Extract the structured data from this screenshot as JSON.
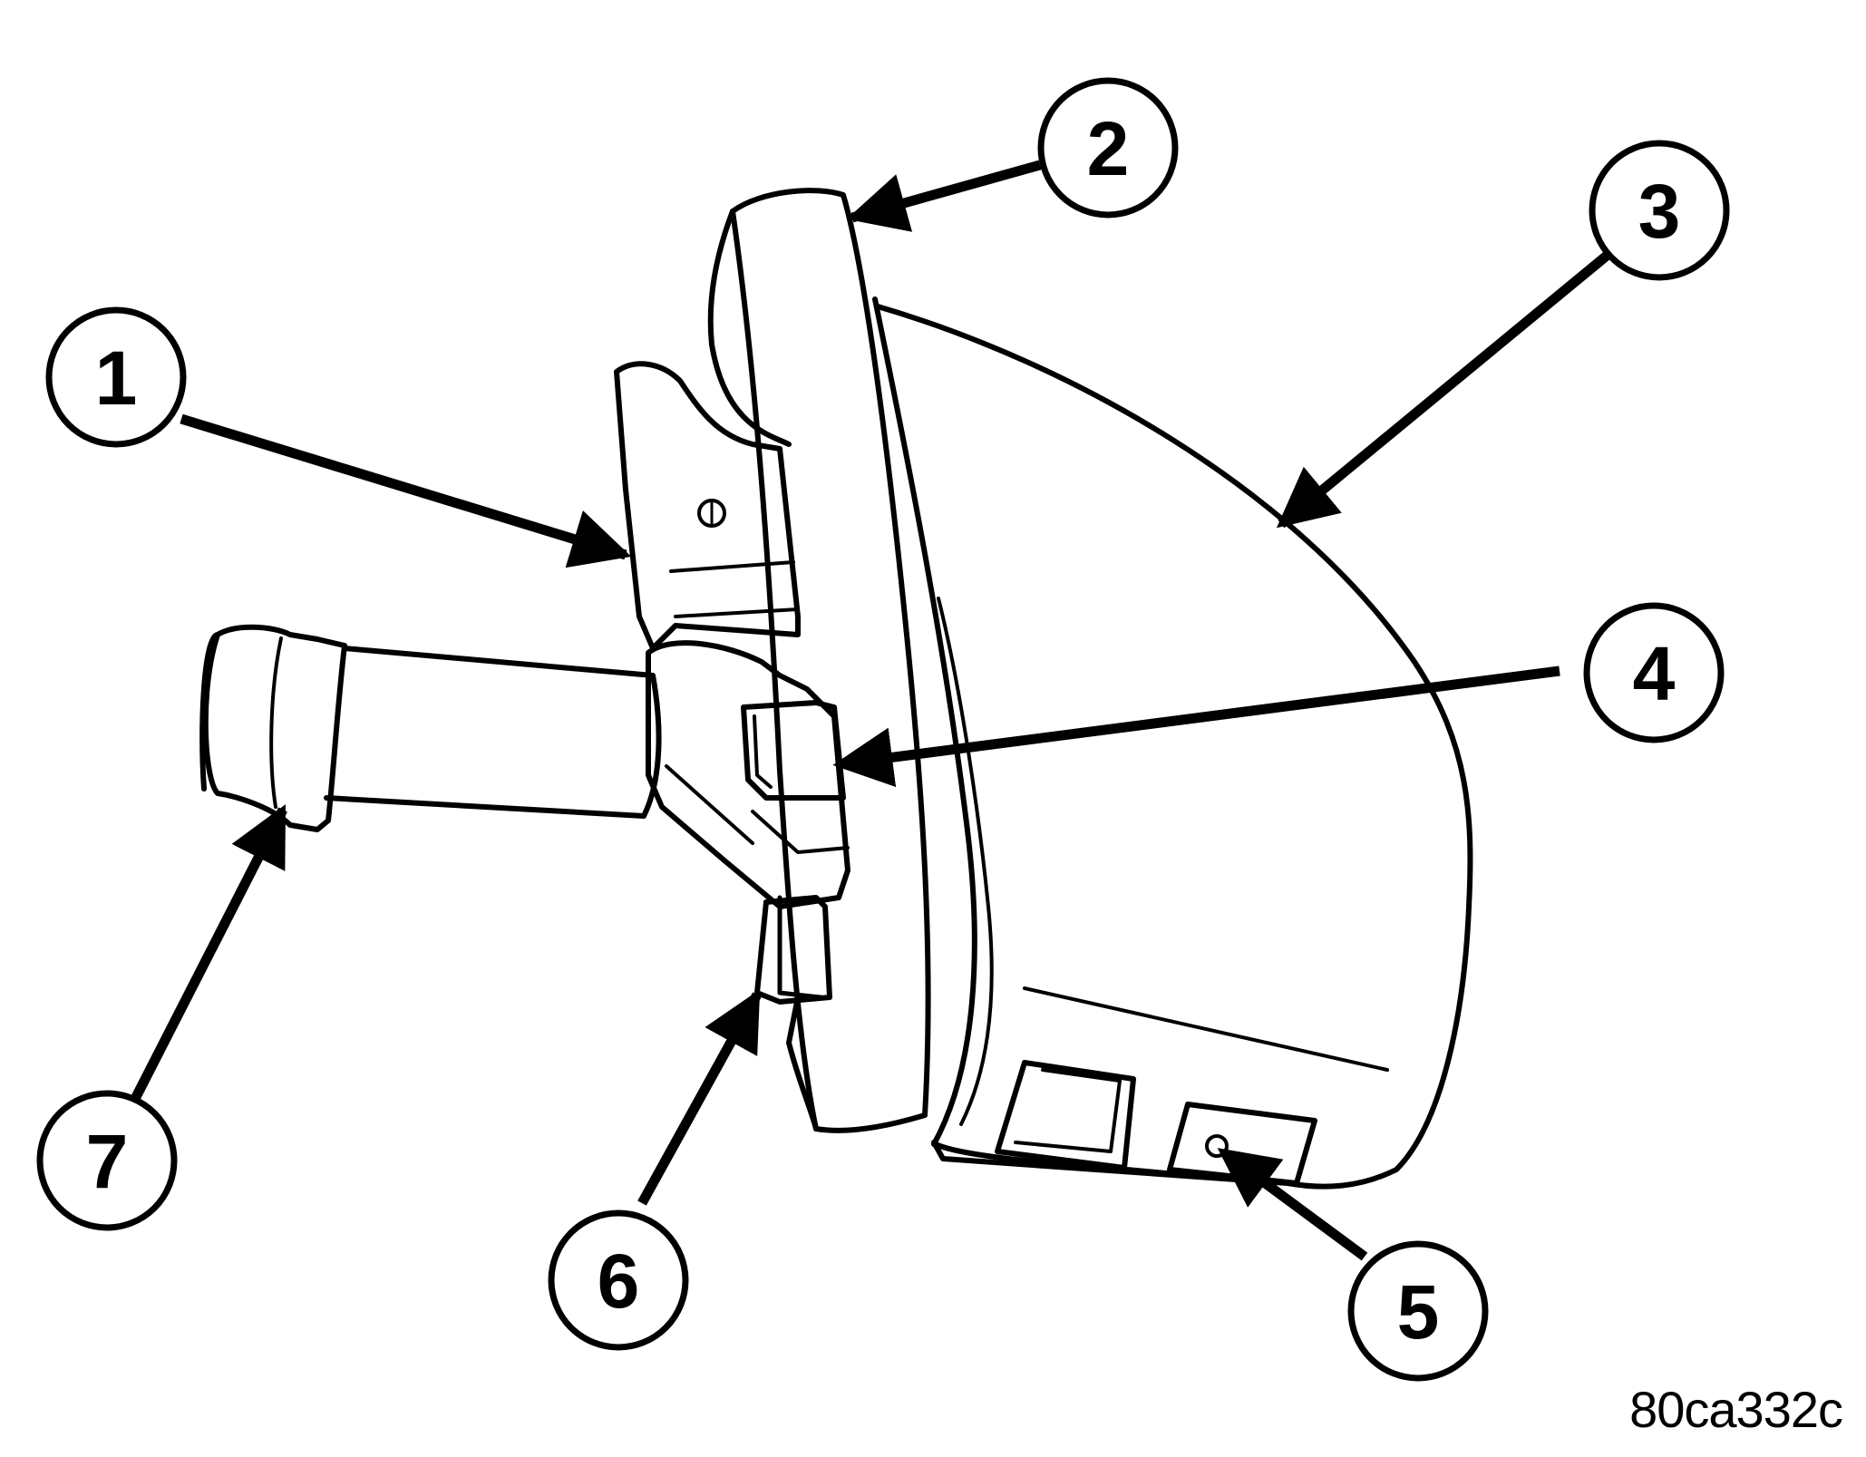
{
  "figure": {
    "id_label": "80ca332c",
    "stroke_color": "#000000",
    "background_color": "#ffffff"
  },
  "callouts": [
    {
      "number": "1"
    },
    {
      "number": "2"
    },
    {
      "number": "3"
    },
    {
      "number": "4"
    },
    {
      "number": "5"
    },
    {
      "number": "6"
    },
    {
      "number": "7"
    }
  ]
}
